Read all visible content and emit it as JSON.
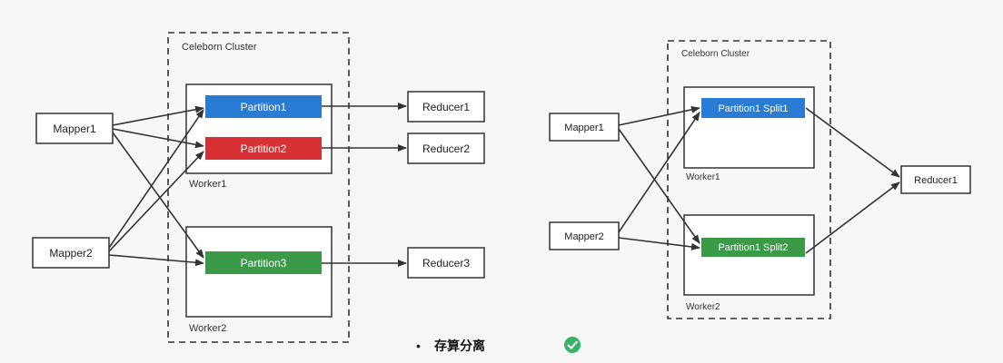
{
  "colors": {
    "background": "#f7f7f7",
    "partition_blue": "#2a7bd4",
    "partition_red": "#d63236",
    "partition_green": "#3a9a47",
    "stroke": "#333333",
    "check_green": "#3ab26a"
  },
  "left_diagram": {
    "cluster_label": "Celeborn Cluster",
    "mappers": [
      "Mapper1",
      "Mapper2"
    ],
    "partitions": [
      "Partition1",
      "Partition2",
      "Partition3"
    ],
    "workers": [
      "Worker1",
      "Worker2"
    ],
    "reducers": [
      "Reducer1",
      "Reducer2",
      "Reducer3"
    ]
  },
  "right_diagram": {
    "cluster_label": "Celeborn Cluster",
    "mappers": [
      "Mapper1",
      "Mapper2"
    ],
    "partitions": [
      "Partition1 Split1",
      "Partition1 Split2"
    ],
    "workers": [
      "Worker1",
      "Worker2"
    ],
    "reducer": "Reducer1"
  },
  "footer": {
    "bullet": "•",
    "text": "存算分离",
    "check_icon": "check-circle-icon"
  }
}
